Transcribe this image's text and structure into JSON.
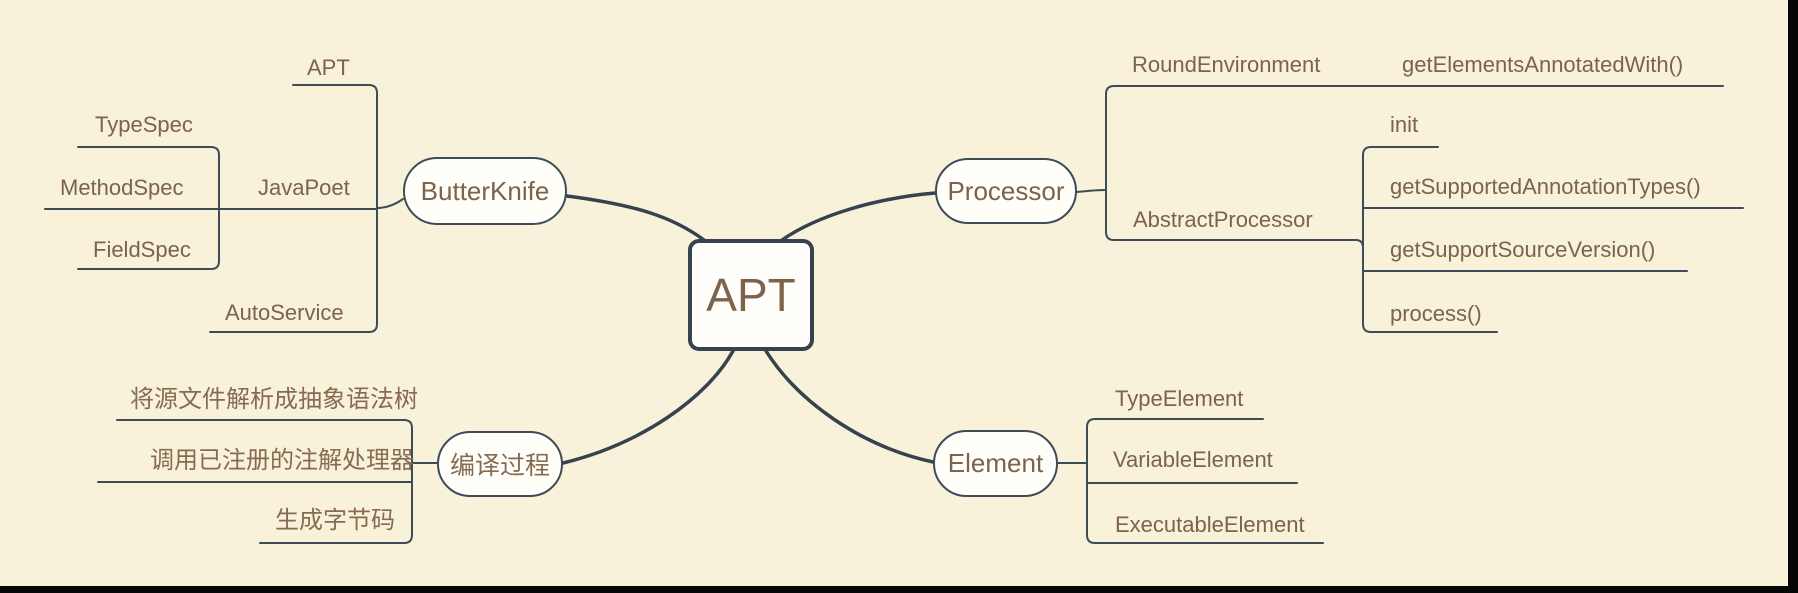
{
  "colors": {
    "background": "#f9f2da",
    "node_fill": "#fffef9",
    "line": "#3e4c57",
    "thick_line": "#36434e",
    "text": "#7c634b",
    "edge_bar": "#050505"
  },
  "nodes": {
    "root": "APT",
    "butterknife": "ButterKnife",
    "apt_lib": "APT",
    "javapoet": "JavaPoet",
    "typespec": "TypeSpec",
    "methodspec": "MethodSpec",
    "fieldspec": "FieldSpec",
    "autoservice": "AutoService",
    "processor": "Processor",
    "round_environment": "RoundEnvironment",
    "get_elements_annotated_with": "getElementsAnnotatedWith()",
    "abstract_processor": "AbstractProcessor",
    "init": "init",
    "get_supported_annotation_types": "getSupportedAnnotationTypes()",
    "get_support_source_version": "getSupportSourceVersion()",
    "process": "process()",
    "compile_process": "编译过程",
    "parse_ast": "将源文件解析成抽象语法树",
    "invoke_processors": "调用已注册的注解处理器",
    "gen_bytecode": "生成字节码",
    "element": "Element",
    "type_element": "TypeElement",
    "variable_element": "VariableElement",
    "executable_element": "ExecutableElement"
  }
}
